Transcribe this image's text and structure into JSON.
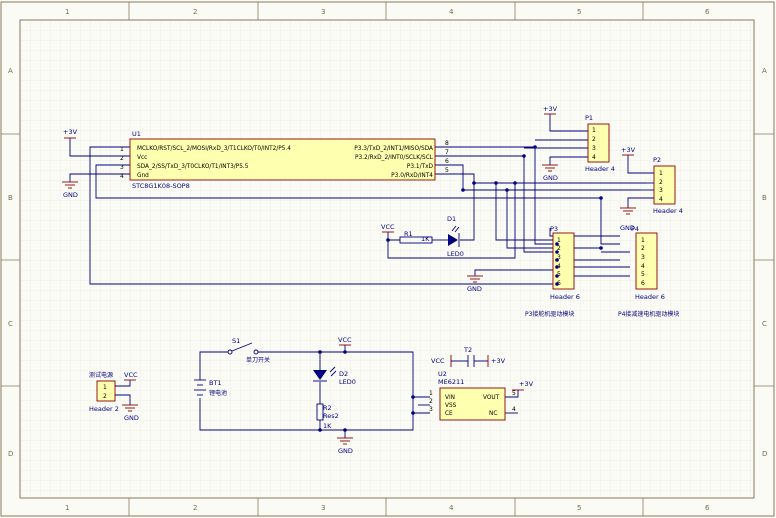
{
  "frame": {
    "columns": [
      "1",
      "2",
      "3",
      "4",
      "5",
      "6"
    ],
    "rows": [
      "A",
      "B",
      "C",
      "D"
    ]
  },
  "u1": {
    "designator": "U1",
    "part": "STC8G1K08-SOP8",
    "left_pins": [
      {
        "num": "1",
        "name": "MCLKO/RST/SCL_2/MOSI/RxD_3/T1CLKO/T0/INT2/P5.4"
      },
      {
        "num": "2",
        "name": "Vcc"
      },
      {
        "num": "3",
        "name": "SDA_2/SS/TxD_3/T0CLKO/T1/INT3/P5.5"
      },
      {
        "num": "4",
        "name": "Gnd"
      }
    ],
    "right_pins": [
      {
        "num": "8",
        "name": "P3.3/TxD_2/INT1/MISO/SDA"
      },
      {
        "num": "7",
        "name": "P3.2/RxD_2/INT0/SCLK/SCL"
      },
      {
        "num": "6",
        "name": "P3.1/TxD"
      },
      {
        "num": "5",
        "name": "P3.0/RxD/INT4"
      }
    ]
  },
  "power": {
    "p3v_u1": "+3V",
    "gnd_u1": "GND",
    "p3v_p1": "+3V",
    "gnd_p1": "GND",
    "p3v_p2": "+3V",
    "gnd_p2": "GND",
    "vcc_led": "VCC",
    "gnd_led": "GND",
    "vcc_sw": "VCC",
    "gnd_sw": "GND",
    "vcc_test": "VCC",
    "gnd_test": "GND",
    "vcc_t2": "VCC",
    "p3v_t2": "+3V",
    "p3v_u2": "+3V"
  },
  "p1": {
    "designator": "P1",
    "part": "Header 4",
    "pins": [
      "1",
      "2",
      "3",
      "4"
    ]
  },
  "p2": {
    "designator": "P2",
    "part": "Header 4",
    "pins": [
      "1",
      "2",
      "3",
      "4"
    ]
  },
  "p3": {
    "designator": "P3",
    "part": "Header 6",
    "pins": [
      "1",
      "2",
      "3",
      "4",
      "5",
      "6"
    ],
    "caption": "P3接舵机驱动模块"
  },
  "p4": {
    "designator": "P4",
    "part": "Header 6",
    "pins": [
      "1",
      "2",
      "3",
      "4",
      "5",
      "6"
    ],
    "caption": "P4接减速电机驱动模块"
  },
  "d1": {
    "designator": "D1",
    "part": "LED0"
  },
  "r1": {
    "designator": "R1",
    "value": "1K"
  },
  "s1": {
    "designator": "S1",
    "part": "单刀开关"
  },
  "bt1": {
    "designator": "BT1",
    "part": "锂电池"
  },
  "d2": {
    "designator": "D2",
    "part": "LED0"
  },
  "r2": {
    "designator": "R2",
    "part": "Res2",
    "value": "1K"
  },
  "t2": {
    "designator": "T2"
  },
  "u2": {
    "designator": "U2",
    "part": "ME6211",
    "pins": [
      {
        "num": "1",
        "name": "VIN"
      },
      {
        "num": "2",
        "name": "VSS"
      },
      {
        "num": "3",
        "name": "CE"
      },
      {
        "num": "5",
        "name": "VOUT"
      },
      {
        "num": "4",
        "name": "NC"
      }
    ]
  },
  "test_header": {
    "label": "测试电源",
    "part": "Header 2",
    "pins": [
      "1",
      "2"
    ]
  }
}
